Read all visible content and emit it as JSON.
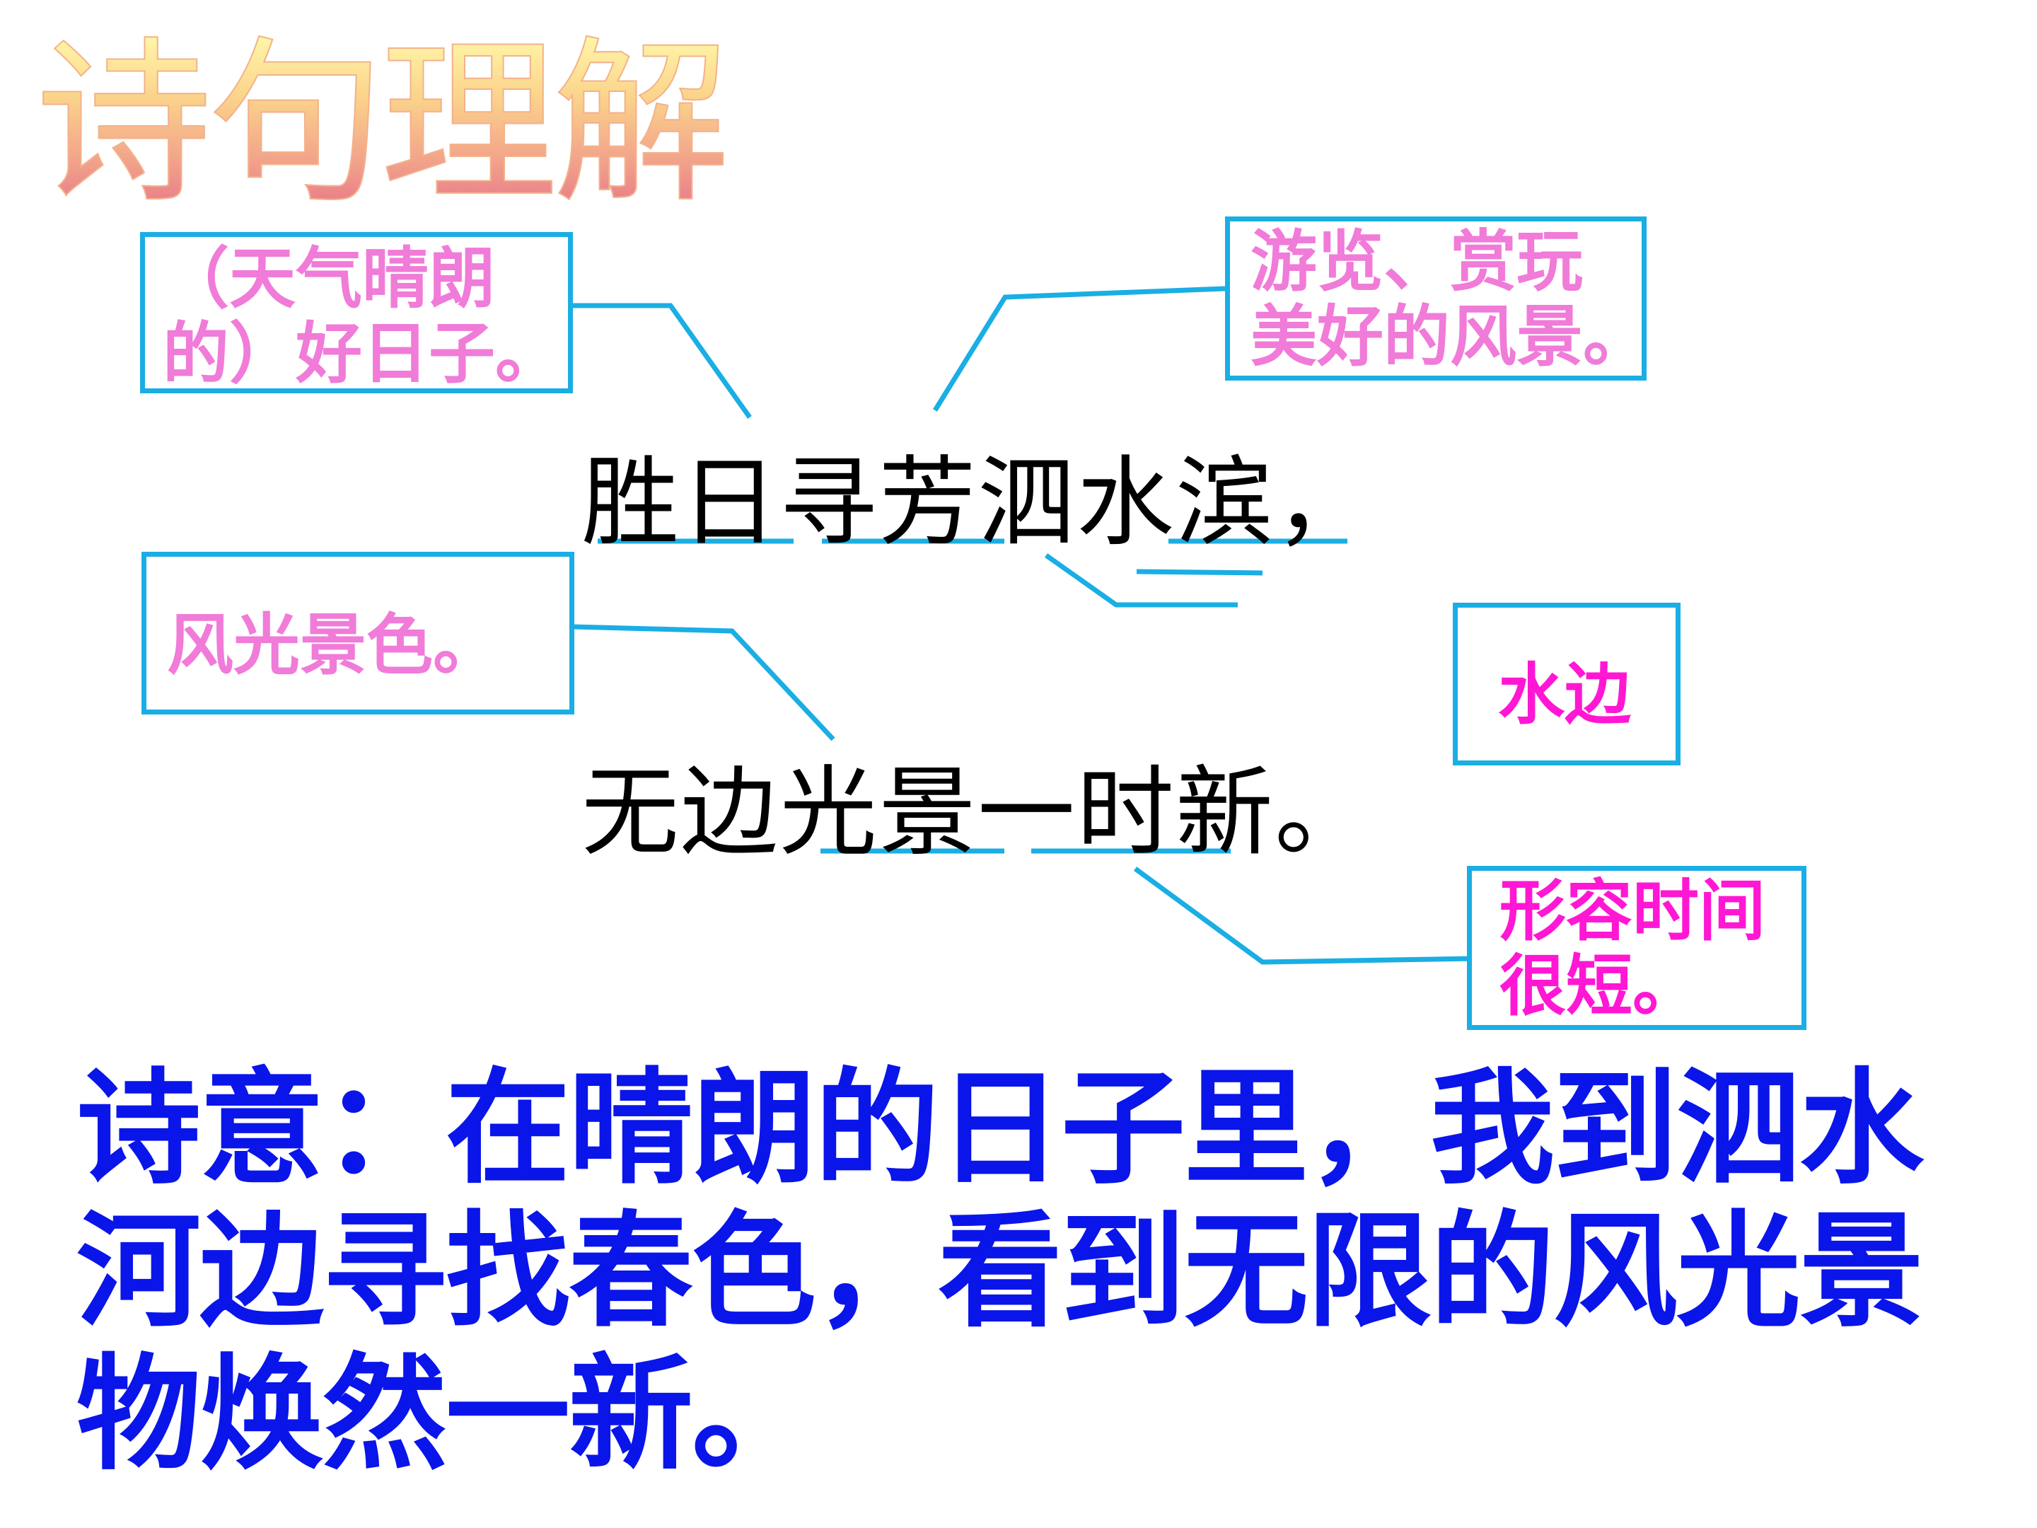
{
  "title": "诗句理解",
  "poem": {
    "line1": "胜日寻芳泗水滨，",
    "line2": "无边光景一时新。"
  },
  "notes": {
    "sheng_ri": "（天气晴朗\n的）好日子。",
    "xun_fang": "游览、赏玩\n美好的风景。",
    "guang_jing": "风光景色。",
    "shui_bin": "水边",
    "yi_shi": "形容时间\n很短。"
  },
  "meaning": "诗意：在晴朗的日子里，我到泗水河边寻找春色，看到无限的风光景物焕然一新。",
  "colors": {
    "box_border": "#1aaee4",
    "connector": "#1aaee4",
    "note_pink": "#f07bd8",
    "note_magenta": "#ff17d4",
    "meaning_blue": "#0a15ea",
    "poem_black": "#000000"
  }
}
